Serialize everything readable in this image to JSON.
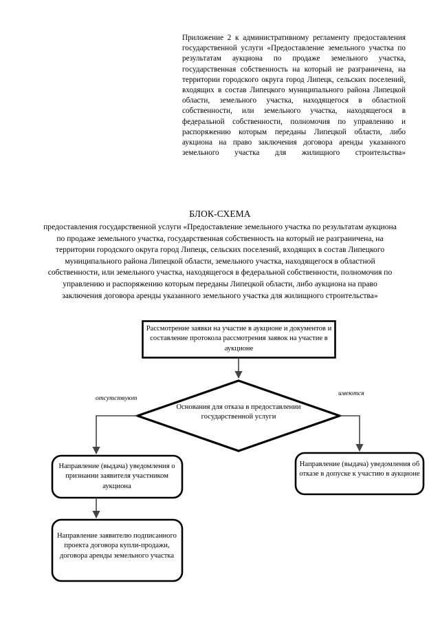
{
  "document": {
    "appendix_header": "Приложение 2 к административному регламенту предоставления государственной услуги «Предоставление земельного участка по результатам аукциона по продаже земельного участка, государственная собственность на который не разграничена, на территории городского округа город Липецк, сельских поселений, входящих в состав Липецкого муниципального района Липецкой области, земельного участка, находящегося в областной собственности, или земельного участка, находящегося в федеральной собственности, полномочия по управлению и распоряжению которым переданы Липецкой области, либо аукциона на право заключения договора аренды указанного земельного участка для жилищного строительства»",
    "title": "БЛОК-СХЕМА",
    "subtitle": "предоставления государственной услуги «Предоставление земельного участка по результатам аукциона по продаже земельного участка, государственная собственность на который не разграничена, на территории городского округа город Липецк, сельских поселений, входящих в состав Липецкого муниципального района Липецкой области, земельного участка, находящегося в областной собственности, или земельного участка, находящегося в федеральной собственности, полномочия по управлению и распоряжению которым переданы Липецкой области, либо аукциона на право заключения договора аренды указанного земельного участка для жилищного строительства»"
  },
  "flowchart": {
    "type": "flowchart",
    "orientation": "top-down",
    "nodes": {
      "review": {
        "shape": "rectangle",
        "text": "Рассмотрение заявки на участие в аукционе и документов и составление протокола рассмотрения заявок на участие в аукционе"
      },
      "decision": {
        "shape": "diamond",
        "text": "Основания для отказа в предоставлении государственной услуги"
      },
      "accept": {
        "shape": "rounded-rectangle",
        "text": "Направление (выдача) уведомления о признании заявителя участником аукциона"
      },
      "reject": {
        "shape": "rounded-rectangle",
        "text": "Направление (выдача) уведомления об отказе в допуске к участию в аукционе"
      },
      "contract": {
        "shape": "rounded-rectangle",
        "text": "Направление заявителю подписанного проекта договора купли-продажи, договора аренды земельного участка"
      }
    },
    "edges": {
      "review_to_decision": {
        "label": ""
      },
      "decision_to_accept": {
        "label": "отсутствуют"
      },
      "decision_to_reject": {
        "label": "имеются"
      },
      "accept_to_contract": {
        "label": ""
      }
    },
    "colors": {
      "stroke": "#000000",
      "fill": "#ffffff",
      "connector": "#555555",
      "text": "#000000"
    }
  }
}
